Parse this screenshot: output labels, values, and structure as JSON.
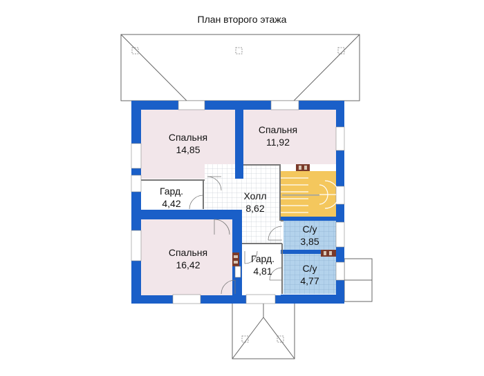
{
  "title": "План второго этажа",
  "rooms": [
    {
      "name": "Спальня",
      "area": "14,85"
    },
    {
      "name": "Спальня",
      "area": "11,92"
    },
    {
      "name": "Гард.",
      "area": "4,42"
    },
    {
      "name": "Холл",
      "area": "8,62"
    },
    {
      "name": "Спальня",
      "area": "16,42"
    },
    {
      "name": "Гард.",
      "area": "4,81"
    },
    {
      "name": "С/у",
      "area": "3,85"
    },
    {
      "name": "С/у",
      "area": "4,77"
    }
  ],
  "colors": {
    "wall": "#1a5fc8",
    "bedroom": "#f2e6ea",
    "bathroom": "#b3d2ec",
    "stair": "#f4c75d",
    "tile": "#cfd6dc"
  }
}
